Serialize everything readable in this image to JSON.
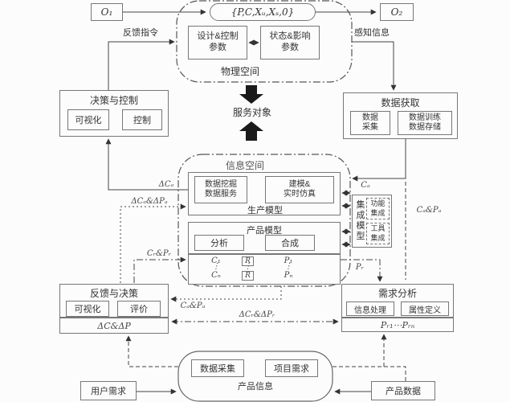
{
  "top": {
    "o1": "O₁",
    "o2": "O₂",
    "formula": "{P,C,Xᵤ,Xₛ,0}",
    "feedback_command": "反馈指令",
    "sense_info": "感知信息"
  },
  "physical_space": {
    "title": "物理空间",
    "design_control_params": "设计&控制\n参数",
    "state_influence_params": "状态&影响\n参数"
  },
  "decision_control": {
    "title": "决策与控制",
    "visualization": "可视化",
    "control": "控制"
  },
  "data_acquisition": {
    "title": "数据获取",
    "collect": "数据\n采集",
    "train_store": "数据训练\n数据存储"
  },
  "service_object": "服务对象",
  "info_space": {
    "title": "信息空间",
    "production_model": {
      "title": "生产模型",
      "mining_service": "数据挖掘\n数据服务",
      "modeling_simulation": "建模&\n实时仿真"
    },
    "product_model": {
      "title": "产品模型",
      "analysis": "分析",
      "synthesis": "合成"
    },
    "mapping": {
      "c1": "C₁",
      "cn": "Cₙ",
      "p1": "P₁",
      "pn": "Pₙ",
      "r_upper": "R",
      "r_lower": "R",
      "dots": "⋮"
    }
  },
  "integration_model": {
    "title": "集成模型",
    "function_integration": "功能\n集成",
    "tool_integration": "工具\n集成"
  },
  "feedback_decision": {
    "title": "反馈与决策",
    "visualization": "可视化",
    "evaluation": "评价",
    "delta_strip": "ΔC&ΔP"
  },
  "demand_analysis": {
    "title": "需求分析",
    "info_processing": "信息处理",
    "attribute_definition": "属性定义",
    "pr_strip": "Pᵣ₁⋯Pᵣₙ"
  },
  "product_info": {
    "title": "产品信息",
    "data_collect": "数据采集",
    "project_demand": "项目需求"
  },
  "user_demand": "用户需求",
  "product_data": "产品数据",
  "flow_labels": {
    "delta_ca": "ΔCₐ",
    "delta_ca_pa": "ΔCₐ&ΔPₐ",
    "cr_pr": "Cᵣ&Pᵣ",
    "ca": "Cₐ",
    "ca_pa_right": "Cₐ&Pₐ",
    "pr": "Pᵣ",
    "ca_pa_bottom": "Cₐ&Pₐ",
    "delta_cr_pr": "ΔCᵣ&ΔPᵣ"
  },
  "colors": {
    "line": "#444444",
    "box_border": "#777777",
    "text": "#333333",
    "background": "#fcfcfc"
  }
}
